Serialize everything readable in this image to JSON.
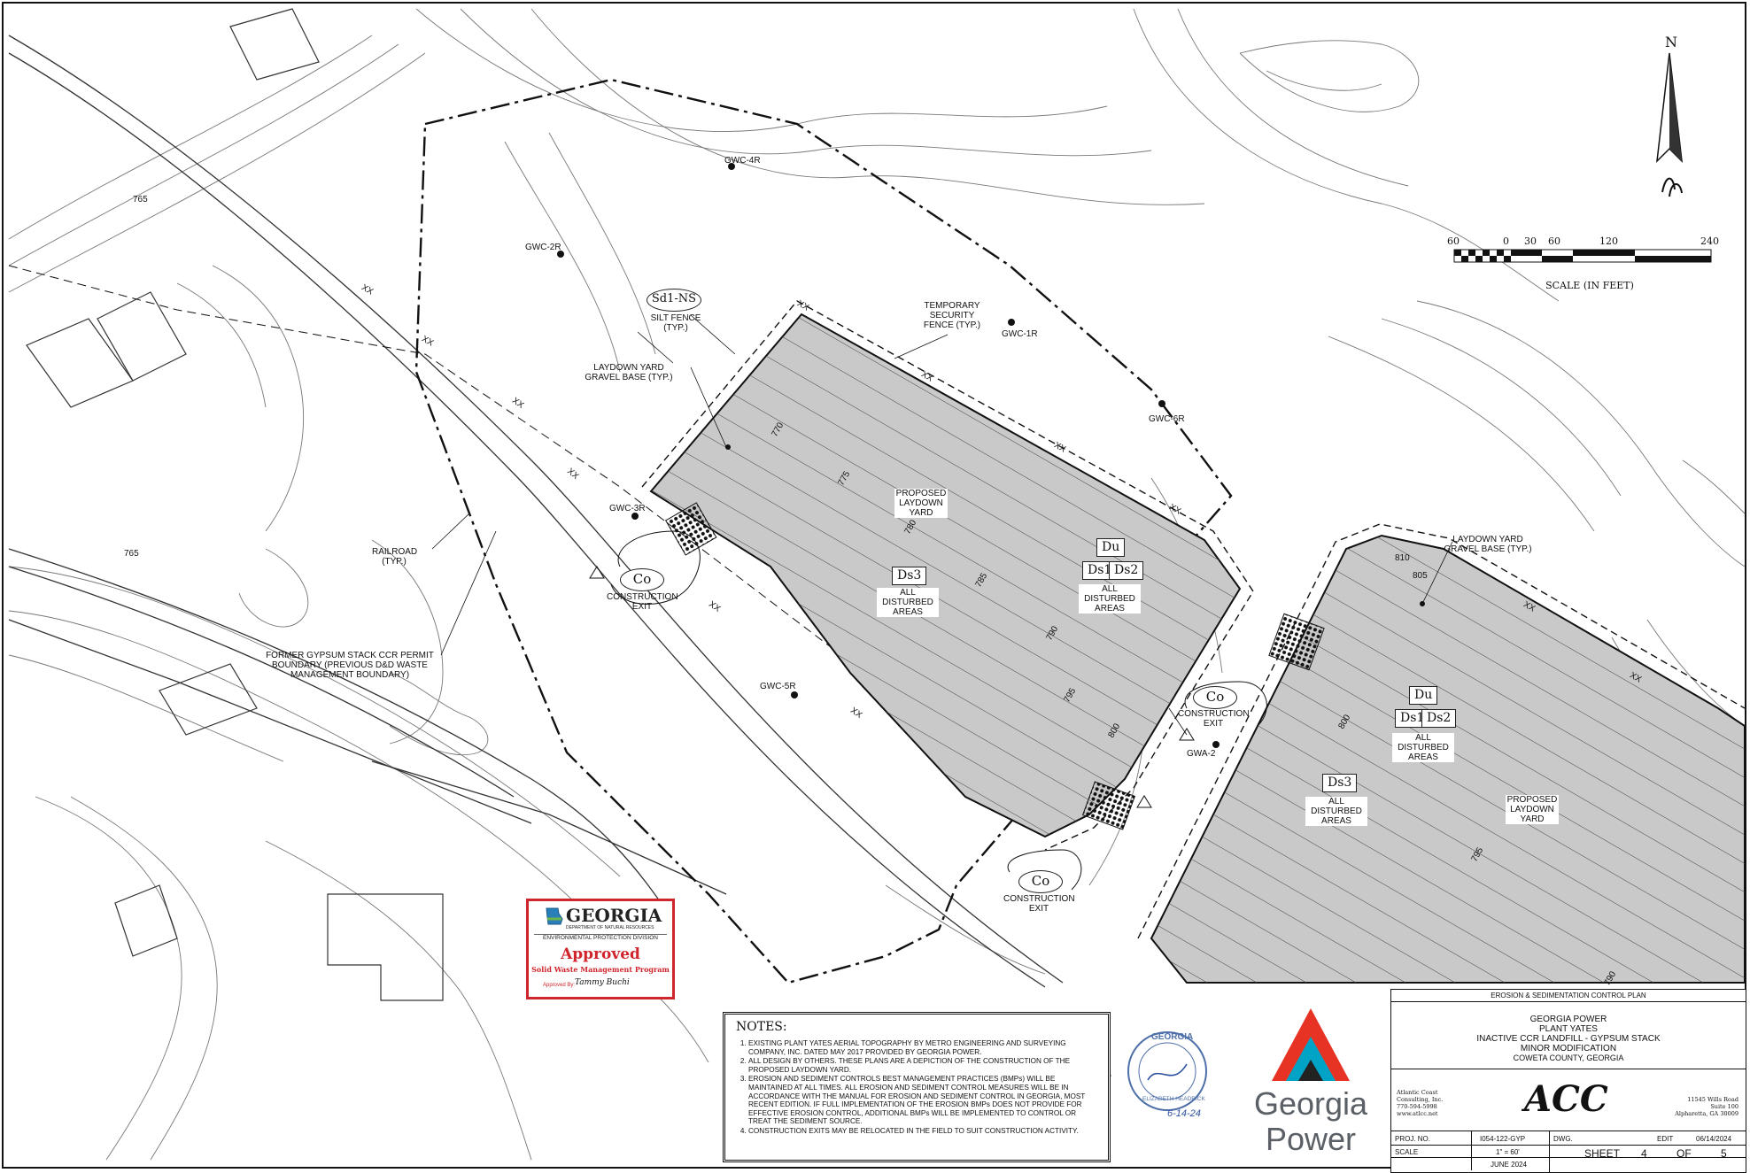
{
  "north_arrow": {
    "label": "N",
    "icon": "north-arrow-icon"
  },
  "scale_bar": {
    "ticks": [
      "60",
      "0",
      "30",
      "60",
      "120",
      "240"
    ],
    "title": "SCALE (IN FEET)"
  },
  "map_labels": {
    "gwc_4r": "GWC-4R",
    "gwc_2r": "GWC-2R",
    "gwc_1r": "GWC-1R",
    "gwc_6r": "GWC-6R",
    "gwc_3r": "GWC-3R",
    "gwc_5r": "GWC-5R",
    "gwa_2": "GWA-2",
    "sd1_ns": "Sd1-NS",
    "silt_fence": "SILT FENCE (TYP.)",
    "temp_fence": "TEMPORARY SECURITY FENCE (TYP.)",
    "laydown_base_1": "LAYDOWN YARD GRAVEL BASE (TYP.)",
    "laydown_base_2": "LAYDOWN YARD GRAVEL BASE (TYP.)",
    "proposed_1": "PROPOSED LAYDOWN YARD",
    "proposed_2": "PROPOSED LAYDOWN YARD",
    "railroad": "RAILROAD (TYP.)",
    "boundary": "FORMER GYPSUM STACK CCR PERMIT BOUNDARY (PREVIOUS D&D WASTE MANAGEMENT BOUNDARY)",
    "co": "Co",
    "construction_exit": "CONSTRUCTION EXIT",
    "du": "Du",
    "ds1": "Ds1",
    "ds2": "Ds2",
    "ds3": "Ds3",
    "all_disturbed": "ALL DISTURBED AREAS",
    "xx": "XX",
    "contours": [
      "765",
      "770",
      "775",
      "780",
      "785",
      "790",
      "795",
      "800",
      "805",
      "810"
    ]
  },
  "stamp": {
    "state": "GEORGIA",
    "dept": "DEPARTMENT OF NATURAL RESOURCES",
    "division": "ENVIRONMENTAL PROTECTION DIVISION",
    "status": "Approved",
    "program": "Solid Waste Management Program",
    "approved_by": "Approved By:",
    "signer": "Tammy Buchi"
  },
  "notes": {
    "title": "NOTES:",
    "items": [
      "EXISTING PLANT YATES AERIAL TOPOGRAPHY BY METRO ENGINEERING AND SURVEYING COMPANY, INC. DATED MAY 2017 PROVIDED BY GEORGIA POWER.",
      "ALL DESIGN BY OTHERS. THESE PLANS ARE A DEPICTION OF THE CONSTRUCTION OF THE PROPOSED LAYDOWN YARD.",
      "EROSION AND SEDIMENT CONTROLS BEST MANAGEMENT PRACTICES (BMPs) WILL BE MAINTAINED AT ALL TIMES. ALL EROSION AND SEDIMENT CONTROL MEASURES WILL BE IN ACCORDANCE WITH THE MANUAL FOR EROSION AND SEDIMENT CONTROL IN GEORGIA, MOST RECENT EDITION. IF FULL IMPLEMENTATION OF THE EROSION BMPs DOES NOT PROVIDE FOR EFFECTIVE EROSION CONTROL, ADDITIONAL BMPs WILL BE IMPLEMENTED TO CONTROL OR TREAT THE SEDIMENT SOURCE.",
      "CONSTRUCTION EXITS MAY BE RELOCATED IN THE FIELD TO SUIT CONSTRUCTION ACTIVITY."
    ]
  },
  "seal": {
    "top": "GEORGIA",
    "name": "ELIZABETH HEADRICK",
    "date": "6-14-24"
  },
  "logo": {
    "line1": "Georgia",
    "line2": "Power"
  },
  "titleblock": {
    "header": "EROSION & SEDIMENTATION CONTROL PLAN",
    "client": "GEORGIA POWER",
    "plant": "PLANT YATES",
    "project": "INACTIVE CCR LANDFILL - GYPSUM STACK",
    "mod": "MINOR MODIFICATION",
    "county": "COWETA COUNTY, GEORGIA",
    "firm": [
      "Atlantic Coast",
      "Consulting, Inc.",
      "770-594-5998",
      "www.atlcc.net"
    ],
    "firm_logo": "ACC",
    "address": [
      "11545 Wills Road",
      "Suite 100",
      "Alpharetta, GA 30009"
    ],
    "proj_no_label": "PROJ. NO.",
    "proj_no": "I054-122-GYP",
    "dwg_label": "DWG.",
    "edit_label": "EDIT",
    "edit_date": "06/14/2024",
    "scale_label": "SCALE",
    "scale": "1\" = 60'",
    "date": "JUNE 2024",
    "sheet_label": "SHEET",
    "sheet_no": "4",
    "of_label": "OF",
    "sheet_total": "5"
  }
}
